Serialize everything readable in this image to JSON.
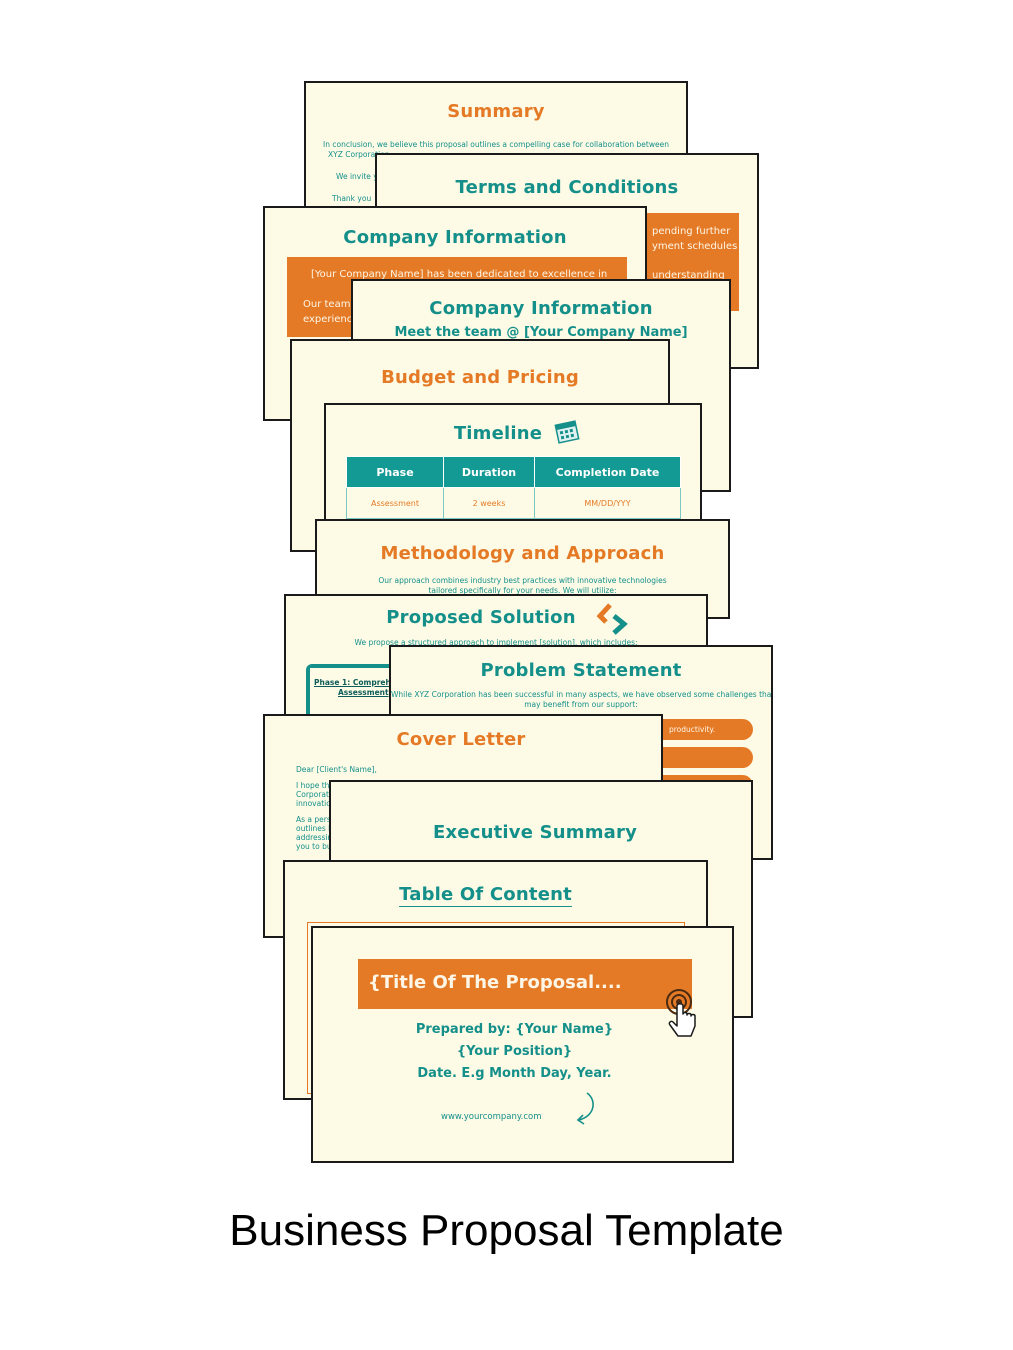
{
  "caption": "Business Proposal Template",
  "slides": {
    "summary": {
      "title": "Summary",
      "line1": "In conclusion, we believe this proposal outlines a compelling case for collaboration between",
      "line2": "XYZ Corporation",
      "line3": "We invite y",
      "line4": "Thank you"
    },
    "terms": {
      "title": "Terms and Conditions",
      "box_line1": "pending further",
      "box_line2": "yment schedules",
      "box_line3": "understanding"
    },
    "company_info_1": {
      "title": "Company Information",
      "box_line1": "[Your Company Name] has been dedicated to excellence in",
      "box_line2": "Our team",
      "box_line3": "experienc"
    },
    "company_info_2": {
      "title": "Company Information",
      "subtitle": "Meet the team @ [Your Company Name]"
    },
    "budget": {
      "title": "Budget and Pricing"
    },
    "timeline": {
      "title": "Timeline",
      "columns": [
        "Phase",
        "Duration",
        "Completion Date"
      ],
      "rows": [
        [
          "Assessment",
          "2 weeks",
          "MM/DD/YYY"
        ]
      ]
    },
    "methodology": {
      "title": "Methodology and Approach",
      "line1": "Our approach combines industry best practices with innovative technologies",
      "line2": "tailored specifically for your needs. We will utilize:"
    },
    "proposed_solution": {
      "title": "Proposed Solution",
      "line1": "We propose a structured approach to implement [solution], which includes:",
      "phase_line1": "Phase 1: Comprehe",
      "phase_line2": "Assessment"
    },
    "problem": {
      "title": "Problem Statement",
      "line1": "While XYZ Corporation has been successful in many aspects, we have observed some challenges that",
      "line2": "may benefit from our support:",
      "pill1": "productivity."
    },
    "cover_letter": {
      "title": "Cover Letter",
      "greeting": "Dear [Client's Name],",
      "p1": [
        "I hope this",
        "Corporatio",
        "innovation"
      ],
      "p2": [
        "As a perso",
        "outlines h",
        "addressing",
        "you to bui"
      ]
    },
    "executive": {
      "title": "Executive Summary"
    },
    "toc": {
      "title": "Table Of Content"
    },
    "title_slide": {
      "title": "{Title Of The Proposal....",
      "prepared_by": "Prepared by: {Your Name}",
      "position": "{Your Position}",
      "date": "Date. E.g Month Day, Year.",
      "website": "www.yourcompany.com"
    }
  },
  "colors": {
    "teal": "#148f8a",
    "orange": "#e57a26",
    "cream": "#fdfbe6"
  },
  "icons": [
    "calendar-icon",
    "code-brackets-icon",
    "click-hand-icon",
    "curved-arrow-icon"
  ]
}
